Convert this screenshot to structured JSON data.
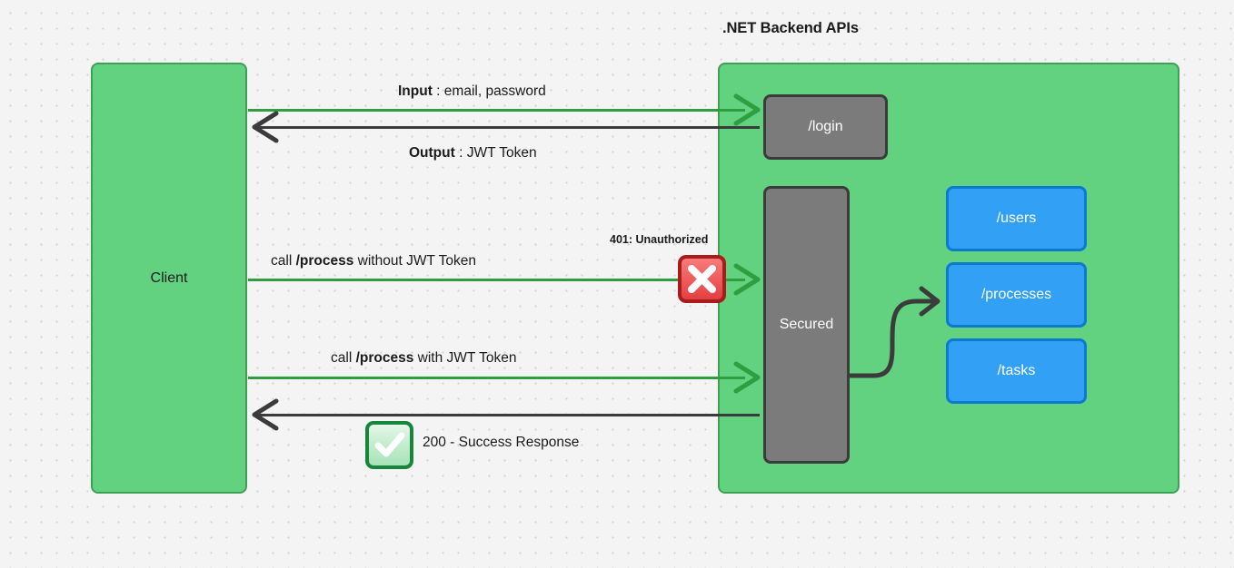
{
  "diagram": {
    "title": ".NET Backend APIs",
    "background_color": "#f4f4f4",
    "accent_green": "#62d180",
    "accent_green_border": "#3f9f55",
    "accent_blue": "#32a0f5",
    "accent_blue_border": "#0b7ad1",
    "gray_fill": "#7b7b7b",
    "gray_border": "#3b3b3b",
    "arrow_green": "#2f9e41",
    "arrow_dark": "#3b3b3b",
    "error_red": "#e24040",
    "success_green": "#17863c"
  },
  "client": {
    "label": "Client"
  },
  "backend": {
    "login": {
      "label": "/login"
    },
    "secured": {
      "label": "Secured"
    },
    "endpoints": [
      {
        "label": "/users"
      },
      {
        "label": "/processes"
      },
      {
        "label": "/tasks"
      }
    ]
  },
  "flows": [
    {
      "id": "login-request",
      "label_bold": "Input",
      "label_rest": " : email, password",
      "direction": "right",
      "color": "green"
    },
    {
      "id": "login-response",
      "label_bold": "Output",
      "label_rest": " : JWT Token",
      "direction": "left",
      "color": "dark"
    },
    {
      "id": "process-no-token",
      "label_pre": "call ",
      "label_bold": "/process",
      "label_post": " without JWT Token",
      "direction": "right",
      "color": "green",
      "status": "401: Unauthorized",
      "status_icon": "error-cross-icon"
    },
    {
      "id": "process-with-token",
      "label_pre": "call ",
      "label_bold": "/process",
      "label_post": " with JWT Token",
      "direction": "right",
      "color": "green"
    },
    {
      "id": "process-success",
      "label": "200 - Success Response",
      "direction": "left",
      "color": "dark",
      "status_icon": "success-check-icon"
    }
  ]
}
